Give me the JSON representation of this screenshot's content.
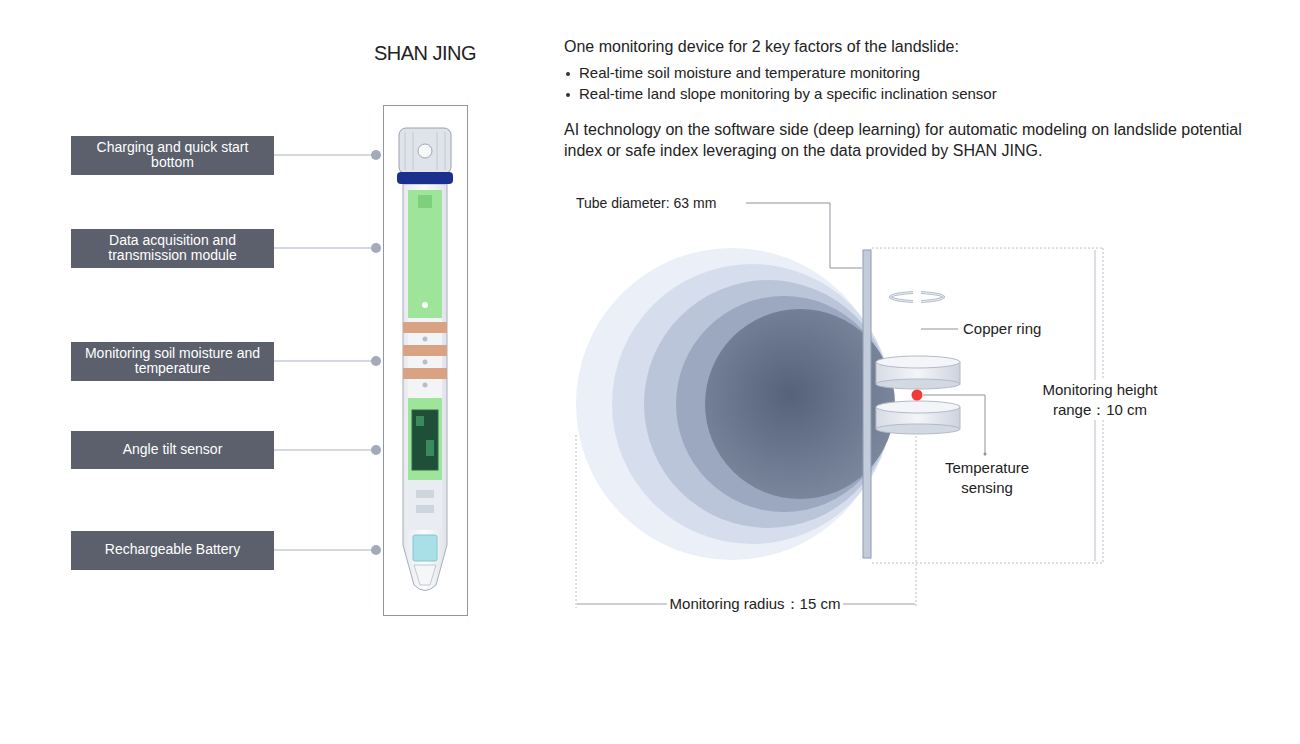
{
  "diagram": {
    "title": "SHAN JING",
    "nodes": [
      {
        "text": [
          "Charging and quick start bottom"
        ]
      },
      {
        "text": [
          "Data acquisition and transmission module"
        ]
      },
      {
        "text": [
          "Monitoring soil moisture and temperature"
        ]
      },
      {
        "text": [
          "Angle tilt sensor"
        ]
      },
      {
        "text": [
          "Rechargeable Battery"
        ]
      }
    ],
    "labels": [
      "One monitoring device for 2 key factors of the landslide:",
      "Real-time soil moisture and temperature monitoring",
      "Real-time land slope monitoring by a specific inclination sensor",
      "AI technology on the software side (deep learning) for automatic modeling on landslide potential index or safe index leveraging on the data provided by SHAN JING.",
      "Tube diameter: 63 mm",
      "Copper ring",
      "Monitoring height range：10 cm",
      "Temperature sensing",
      "Monitoring radius：15 cm"
    ]
  }
}
